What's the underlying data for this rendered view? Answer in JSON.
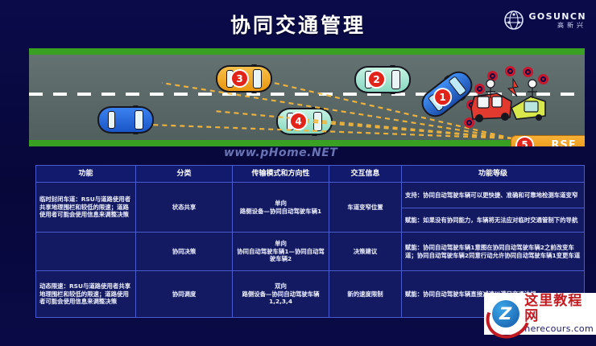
{
  "header": {
    "title": "协同交通管理",
    "logo": {
      "en": "GOSUNCN",
      "cn": "高新兴",
      "mark": "globe-network-icon"
    }
  },
  "scene": {
    "watermark": "www.pHome.NET",
    "rse": {
      "number": "5",
      "label": "RSE"
    },
    "vehicles": [
      {
        "id": "1",
        "color": "#2e6fd6",
        "state": "lane-changing"
      },
      {
        "id": "2",
        "color": "#9fe3d0",
        "state": "cruising"
      },
      {
        "id": "3",
        "color": "#f0a518",
        "state": "cruising"
      },
      {
        "id": "4",
        "color": "#9fe3d0",
        "state": "cruising"
      },
      {
        "id": "",
        "color": "#1f5fd0",
        "state": "cruising"
      }
    ],
    "incident": "traffic-accident-red-and-yellow-car"
  },
  "table": {
    "headers": [
      "功能",
      "分类",
      "传输模式和方向性",
      "交互信息",
      "功能等级"
    ],
    "rows": [
      {
        "function": "临时封闭车道：RSU与道路使用者共享地理围栏和较低的限速；道路使用者可能会使用信息来调整决策",
        "category": "状态共享",
        "mode": "单向\n路侧设备—协同自动驾驶车辆1",
        "info": "车道变窄位置",
        "level_a": "支持：协同自动驾驶车辆可以更快捷、准确和可靠地检测车道变窄",
        "level_b": "赋能：如果没有协同能力，车辆将无法应对临时交通管制下的导航"
      },
      {
        "category": "协同决策",
        "mode": "单向\n协同自动驾驶车辆1—协同自动驾驶车辆2",
        "info": "决策建议",
        "level": "赋能：协同自动驾驶车辆1意图在协同自动驾驶车辆2之前改变车道；协同自动驾驶车辆2同意行动允许协同自动驾驶车辆1变更车道"
      },
      {
        "function": "动态限速：RSU与道路使用者共享地理围栏和较低的限速；道路使用者可能会使用信息来调整决策",
        "category": "协同调度",
        "mode": "双向\n路侧设备—协同自动驾驶车辆1,2,3,4",
        "info": "新的速度限制",
        "level": "赋能：协同自动驾驶车辆直接减速以满足交通法规"
      }
    ]
  },
  "watermark_bottom": {
    "cn": "这里教程网",
    "en": "herecours.com"
  }
}
